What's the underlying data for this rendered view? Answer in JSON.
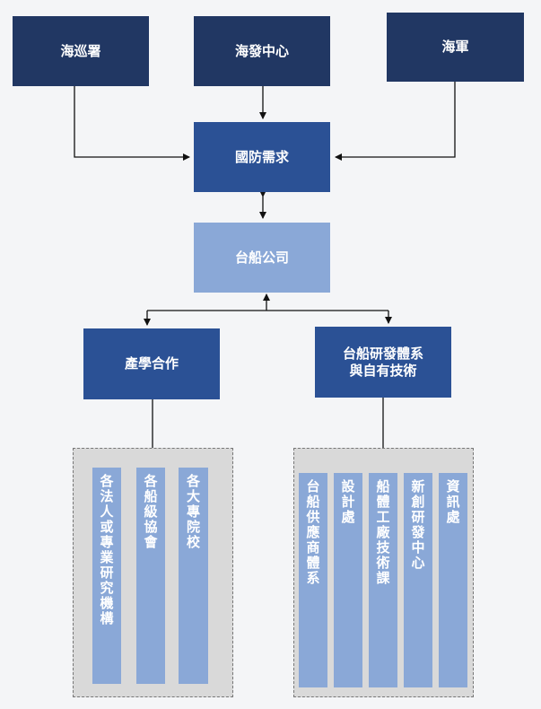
{
  "top": {
    "coast_guard": "海巡署",
    "ndd_center": "海發中心",
    "navy": "海軍"
  },
  "defense_needs": "國防需求",
  "company": "台船公司",
  "industry_academia": "產學合作",
  "rd_system": {
    "line1": "台船研發體系",
    "line2": "與自有技術"
  },
  "left_group": [
    "各法人或專業研究機構",
    "各船級協會",
    "各大專院校"
  ],
  "right_group": [
    "台船供應商體系",
    "設計處",
    "船體工廠技術課",
    "新創研發中心",
    "資訊處"
  ]
}
